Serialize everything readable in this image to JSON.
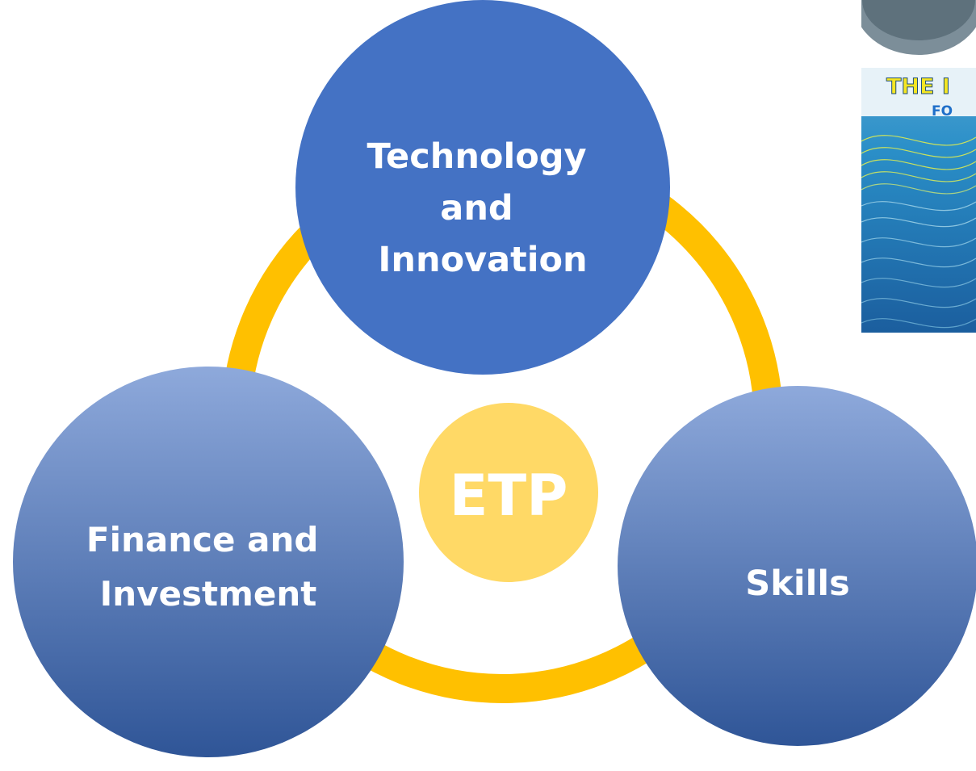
{
  "hub": {
    "label": "ETP",
    "color": "#FFD966"
  },
  "ring_color": "#FFC000",
  "nodes": {
    "technology": {
      "lines": [
        "Technology",
        "and",
        "Innovation"
      ],
      "color": "#4472C4"
    },
    "finance": {
      "lines": [
        "Finance and",
        "Investment"
      ],
      "color_top": "#8EA9DB",
      "color_bottom": "#2F5597"
    },
    "skills": {
      "lines": [
        "Skills"
      ],
      "color_top": "#8EA9DB",
      "color_bottom": "#2F5597"
    }
  },
  "cover_image": {
    "title_fragment": "THE I",
    "subtitle_fragment": "FO",
    "title_color": "#F5E623",
    "subtitle_color": "#1F6FC9",
    "background_color": "#2A8FC8",
    "wave_color": "#E6F04A"
  }
}
